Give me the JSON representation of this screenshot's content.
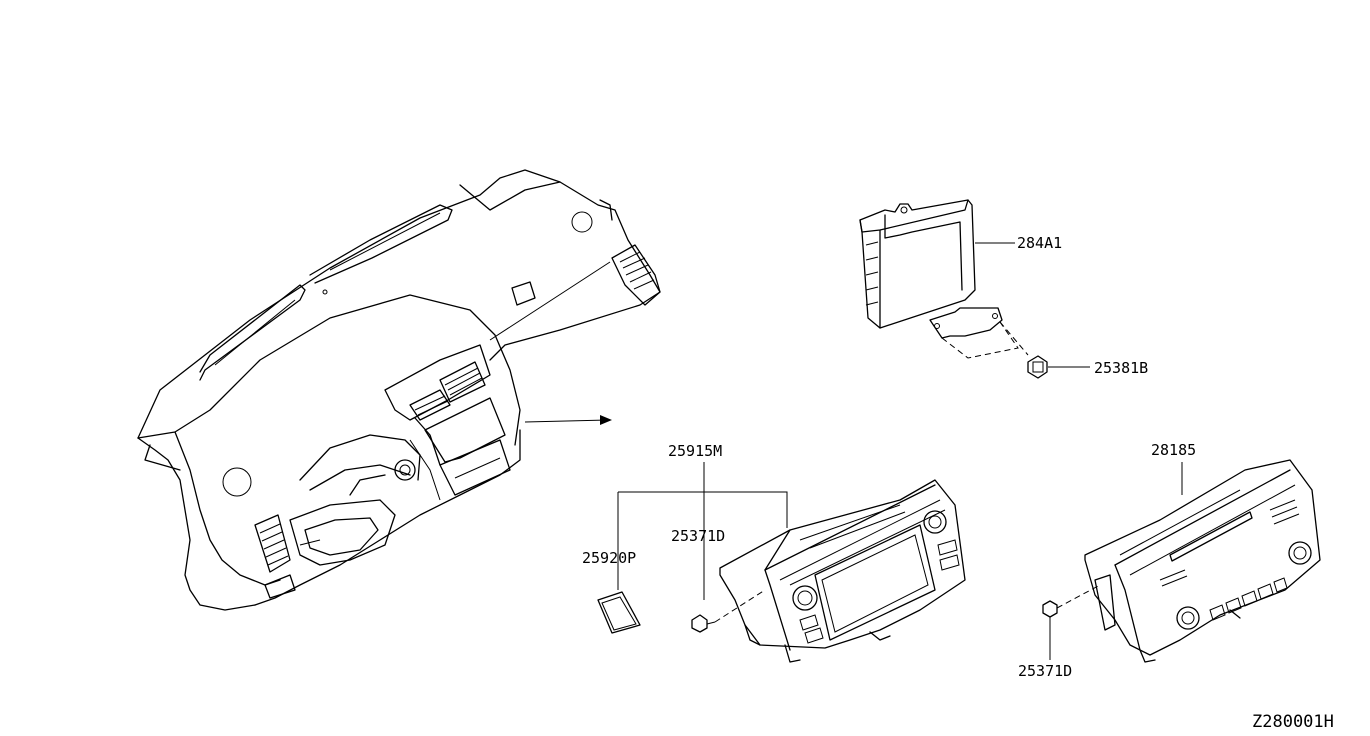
{
  "diagram_code": "Z280001H",
  "parts": [
    {
      "id": "p284A1",
      "number": "284A1"
    },
    {
      "id": "p25381B",
      "number": "25381B"
    },
    {
      "id": "p25915M",
      "number": "25915M"
    },
    {
      "id": "p25371D_a",
      "number": "25371D"
    },
    {
      "id": "p25920P",
      "number": "25920P"
    },
    {
      "id": "p28185",
      "number": "28185"
    },
    {
      "id": "p25371D_b",
      "number": "25371D"
    }
  ]
}
